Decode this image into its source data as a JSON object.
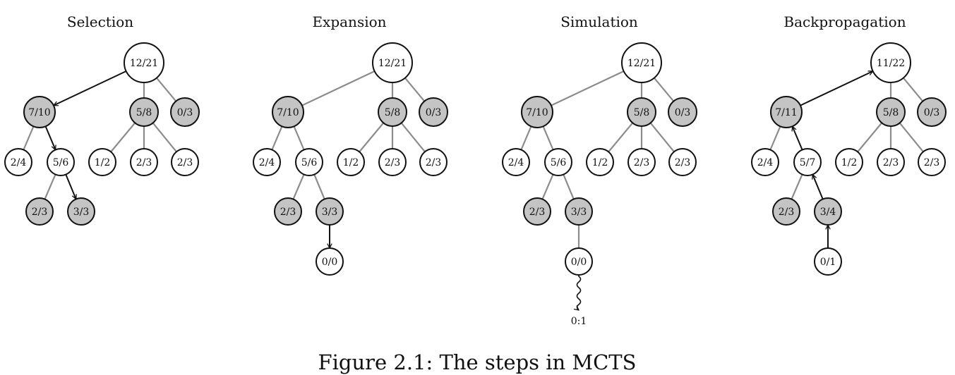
{
  "colors": {
    "expanded_fill": "#c4c4c4",
    "leaf_fill": "#ffffff",
    "stroke": "#111111",
    "edge_plain": "#8c8c8c",
    "edge_active": "#111111"
  },
  "panels": [
    {
      "title": "Selection",
      "labels": [
        "12/21",
        "7/10",
        "5/8",
        "0/3",
        "2/4",
        "5/6",
        "1/2",
        "2/3",
        "2/3",
        "2/3",
        "3/3"
      ],
      "active_edges": [
        "root-a",
        "a-b2",
        "b2-d2"
      ],
      "active_direction": "down"
    },
    {
      "title": "Expansion",
      "labels": [
        "12/21",
        "7/10",
        "5/8",
        "0/3",
        "2/4",
        "5/6",
        "1/2",
        "2/3",
        "2/3",
        "2/3",
        "3/3",
        "0/0"
      ],
      "active_edges": [
        "d2-e"
      ],
      "active_direction": "down"
    },
    {
      "title": "Simulation",
      "labels": [
        "12/21",
        "7/10",
        "5/8",
        "0/3",
        "2/4",
        "5/6",
        "1/2",
        "2/3",
        "2/3",
        "2/3",
        "3/3",
        "0/0"
      ],
      "active_edges": [],
      "simulation_result": "0:1"
    },
    {
      "title": "Backpropagation",
      "labels": [
        "11/22",
        "7/11",
        "5/8",
        "0/3",
        "2/4",
        "5/7",
        "1/2",
        "2/3",
        "2/3",
        "2/3",
        "3/4",
        "0/1"
      ],
      "active_edges": [
        "root-a",
        "a-b2",
        "b2-d2",
        "d2-e"
      ],
      "active_direction": "up"
    }
  ],
  "caption": "Figure 2.1: The steps in MCTS"
}
